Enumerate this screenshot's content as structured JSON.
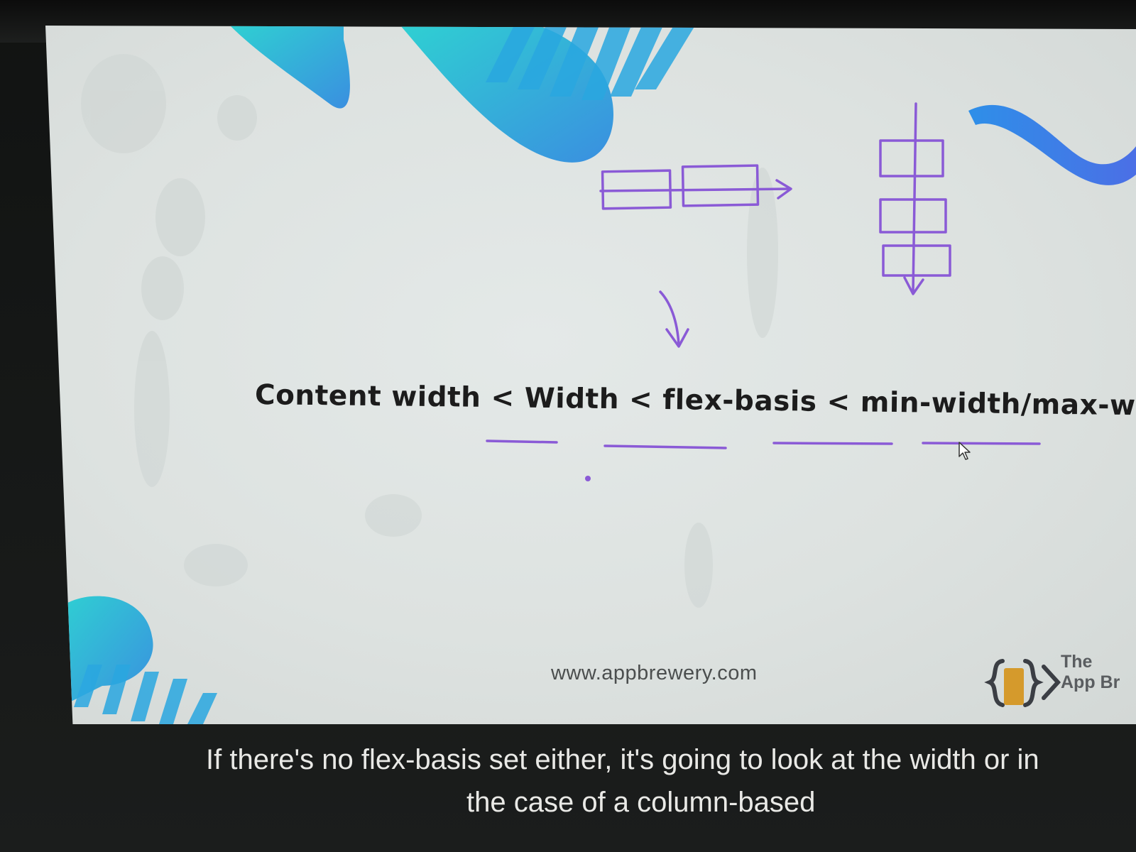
{
  "slide": {
    "title": "Content width < Width < flex-basis < min-width/max-width",
    "url": "www.appbrewery.com",
    "brand": {
      "line1": "The",
      "line2": "App Br"
    }
  },
  "captions": {
    "line1": "If there's no flex-basis set either, it's going to look at the width or in",
    "line2": "the case of a column-based"
  },
  "colors": {
    "ink": "#8a5ad6",
    "accent_cyan": "#3fb7d9",
    "accent_blue": "#3b7be6",
    "brand_gold": "#d59a2c"
  },
  "icons": {
    "brand_logo": "app-brewery-logo-icon",
    "cursor": "mouse-pointer-icon"
  }
}
